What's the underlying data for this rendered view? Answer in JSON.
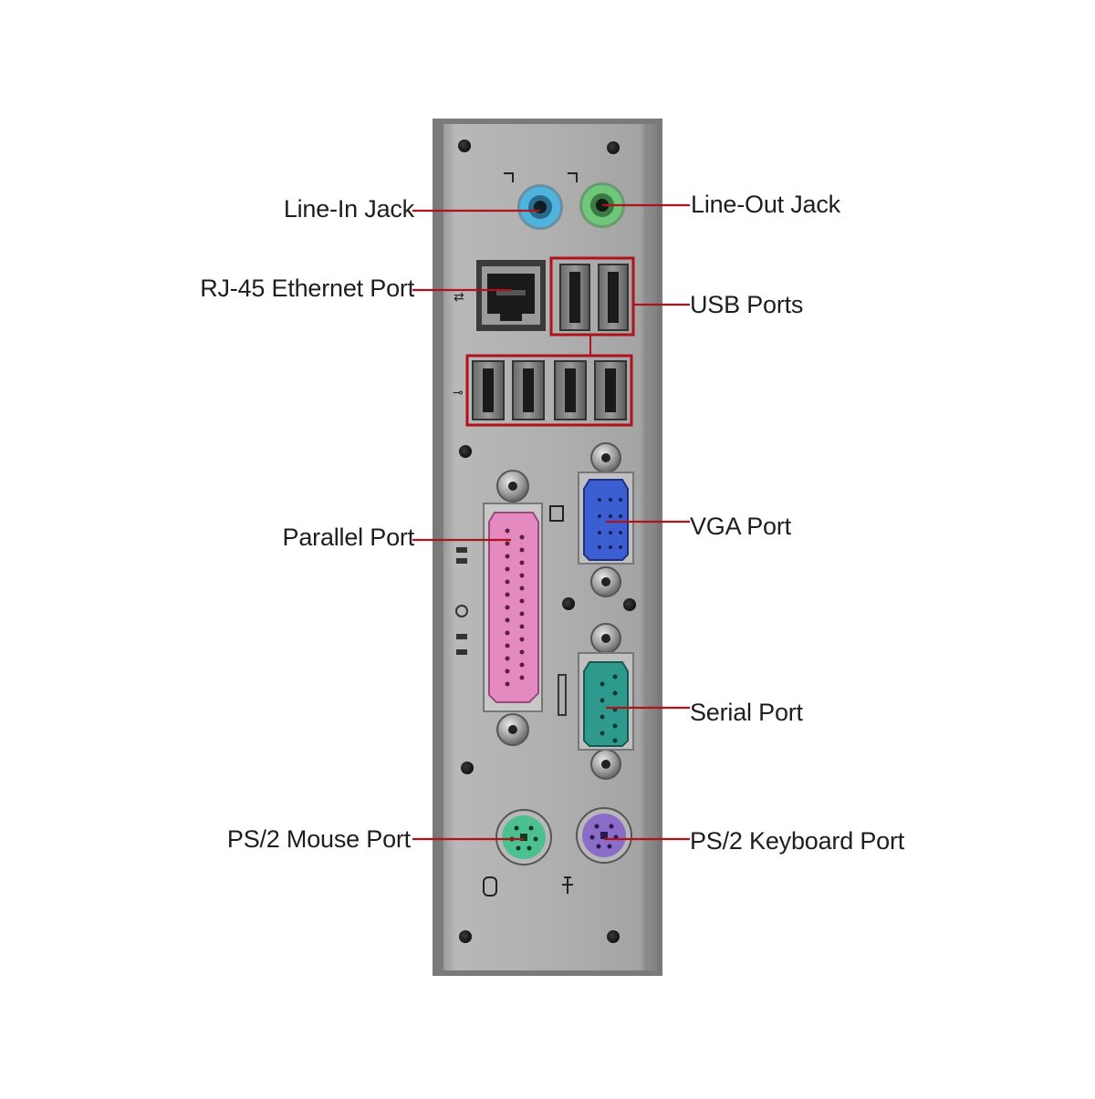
{
  "labels": {
    "line_in": "Line-In Jack",
    "line_out": "Line-Out Jack",
    "ethernet": "RJ-45 Ethernet Port",
    "usb": "USB Ports",
    "parallel": "Parallel Port",
    "vga": "VGA Port",
    "serial": "Serial Port",
    "ps2_mouse": "PS/2 Mouse Port",
    "ps2_keyboard": "PS/2 Keyboard Port"
  },
  "colors": {
    "callout_line": "#b0121b",
    "panel": "#a8a8a8",
    "line_in_jack": "#4fb3e0",
    "line_out_jack": "#6fc87a",
    "parallel_port": "#e48ac0",
    "vga_port": "#3b5fd0",
    "serial_port": "#2e9a8e",
    "ps2_mouse": "#4cc08f",
    "ps2_keyboard": "#8b6cc8"
  }
}
